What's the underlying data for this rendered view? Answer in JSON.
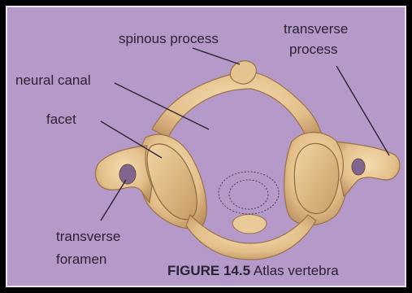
{
  "labels": {
    "spinous_process": "spinous process",
    "transverse_process_line1": "transverse",
    "transverse_process_line2": "process",
    "neural_canal": "neural canal",
    "facet": "facet",
    "transverse_foramen_line1": "transverse",
    "transverse_foramen_line2": "foramen"
  },
  "caption": {
    "figure": "FIGURE 14.5",
    "title": "Atlas vertebra"
  },
  "colors": {
    "background": "#b59ac9",
    "bone": "#e8c896",
    "bone_shadow": "#b88d5c",
    "leader": "#2b2233"
  }
}
